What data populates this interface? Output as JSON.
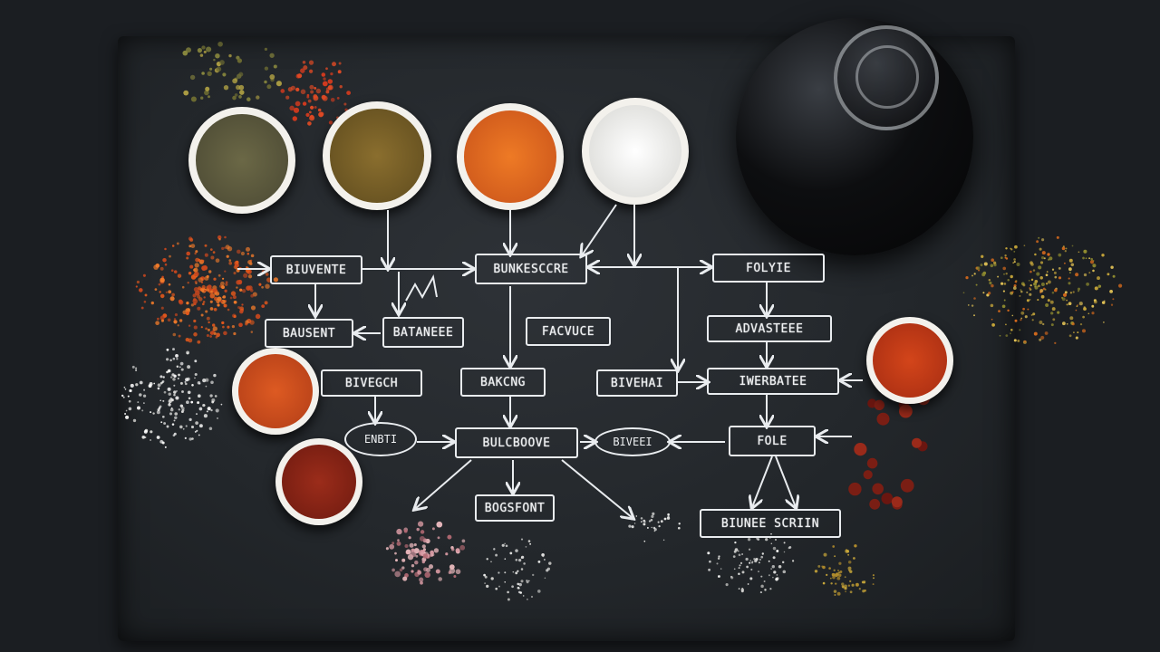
{
  "diagram": {
    "boxes": [
      {
        "id": "b1",
        "label": "BIUVENTE"
      },
      {
        "id": "b2",
        "label": "BUNKESCCRE"
      },
      {
        "id": "b3",
        "label": "FOLYIE"
      },
      {
        "id": "b4",
        "label": "BAUSENT"
      },
      {
        "id": "b5",
        "label": "BATANEEE"
      },
      {
        "id": "b6",
        "label": "FACVUCE"
      },
      {
        "id": "b7",
        "label": "ADVASTEEE"
      },
      {
        "id": "b8",
        "label": "BIVEGCH"
      },
      {
        "id": "b9",
        "label": "BAKCNG"
      },
      {
        "id": "b10",
        "label": "BIVEHAI"
      },
      {
        "id": "b11",
        "label": "IWERBATEE"
      },
      {
        "id": "b12",
        "label": "BULCBOOVE"
      },
      {
        "id": "b13",
        "label": "FOLE"
      },
      {
        "id": "b14",
        "label": "BOGSFONT"
      },
      {
        "id": "b15",
        "label": "BIUNEE SCRIIN"
      }
    ],
    "ovals": [
      {
        "id": "o1",
        "label": "ENBTI"
      },
      {
        "id": "o2",
        "label": "BIVEEI"
      }
    ]
  },
  "spice_bowls": [
    {
      "name": "pepper-bowl",
      "color": "#5d5a3e"
    },
    {
      "name": "cumin-bowl",
      "color": "#7a6229"
    },
    {
      "name": "turmeric-paprika-bowl",
      "color": "#d9621a"
    },
    {
      "name": "salt-bowl",
      "color": "#e9e9e6"
    },
    {
      "name": "paprika-bowl-left",
      "color": "#c9471d"
    },
    {
      "name": "chili-bowl",
      "color": "#8a2416"
    },
    {
      "name": "paprika-bowl-right",
      "color": "#c23a16"
    }
  ],
  "colors": {
    "slate": "#2a2e33",
    "chalk": "#e9ecef",
    "background": "#1b1e22"
  }
}
